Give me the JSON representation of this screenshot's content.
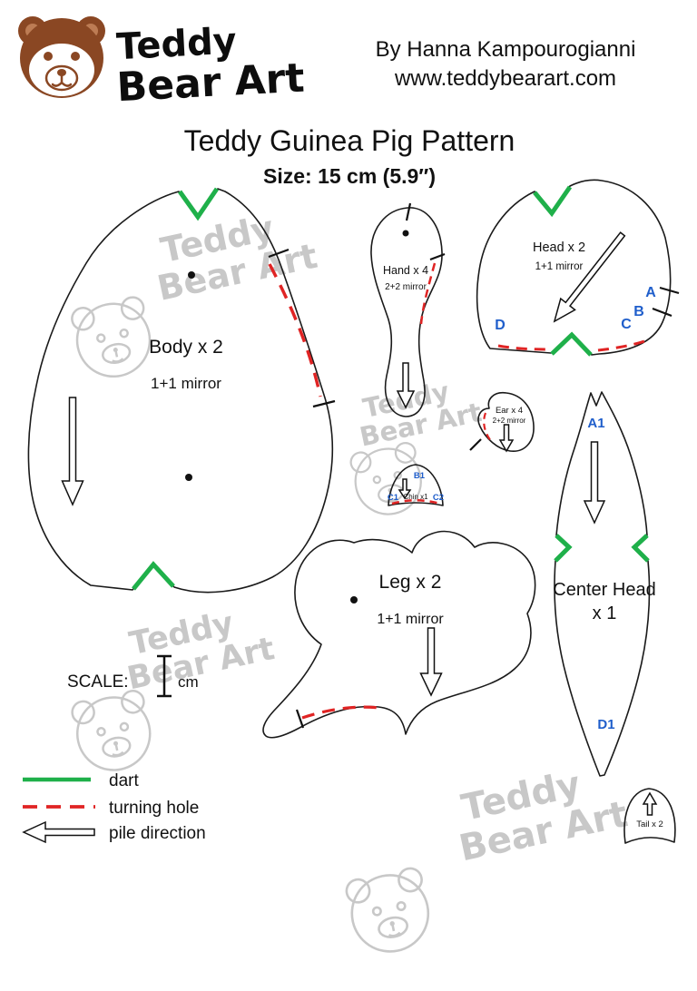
{
  "header": {
    "logo": {
      "line1": "Teddy",
      "line2": "Bear Art"
    },
    "byline": "By Hanna Kampourogianni",
    "website": "www.teddybearart.com"
  },
  "title": "Teddy Guinea Pig Pattern",
  "size_label": "Size: 15 cm (5.9″)",
  "pieces": {
    "body": {
      "name": "Body x 2",
      "mirror": "1+1 mirror"
    },
    "hand": {
      "name": "Hand x 4",
      "mirror": "2+2 mirror"
    },
    "head": {
      "name": "Head x 2",
      "mirror": "1+1 mirror",
      "markers": {
        "a": "A",
        "b": "B",
        "c": "C",
        "d": "D"
      }
    },
    "ear": {
      "name": "Ear x 4",
      "mirror": "2+2 mirror"
    },
    "chin": {
      "name": "Chin x1",
      "markers": {
        "b1": "B1",
        "c1": "C1",
        "c2": "C2"
      }
    },
    "leg": {
      "name": "Leg x 2",
      "mirror": "1+1 mirror"
    },
    "center_head": {
      "name": "Center Head",
      "count": "x 1",
      "markers": {
        "a1": "A1",
        "d1": "D1"
      }
    },
    "tail": {
      "name": "Tail x 2"
    }
  },
  "scale": {
    "label": "SCALE:",
    "unit": "cm"
  },
  "legend": {
    "dart": "dart",
    "turning_hole": "turning hole",
    "pile_direction": "pile direction"
  },
  "watermark": {
    "line1": "Teddy",
    "line2": "Bear Art"
  },
  "colors": {
    "dart_green": "#1fb04a",
    "turning_hole_red": "#e02424",
    "marker_blue": "#1f5ecb",
    "logo_brown": "#8a4723",
    "watermark_gray": "#c8c8c8"
  }
}
